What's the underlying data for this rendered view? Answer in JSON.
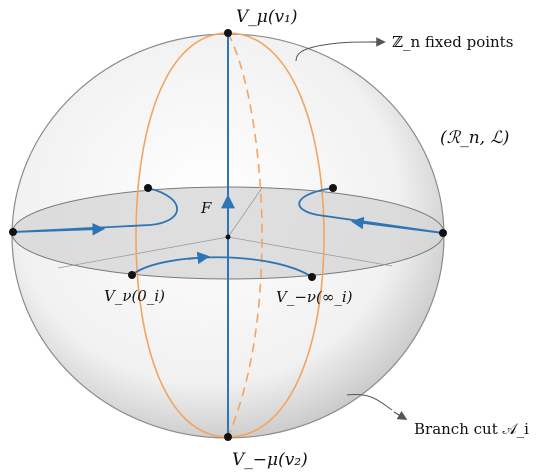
{
  "labels": {
    "top_vertex": "V_μ(v₁)",
    "bottom_vertex": "V_−μ(v₂)",
    "left_vertex": "V_ν(0_i)",
    "right_vertex": "V_−ν(∞_i)",
    "fixed_points": "ℤ_n fixed points",
    "surface": "(ℛ_n, ℒ)",
    "flow": "F",
    "branch_cut": "Branch cut 𝒜_i"
  },
  "colors": {
    "sphere_edge": "#8c8c8c",
    "equator_fill": "#d9d9d9",
    "axis_blue": "#2e75b6",
    "curve_orange": "#f4a460",
    "point": "#111111",
    "annotation": "#555555"
  },
  "icons": {
    "arrow": "arrow-right-icon"
  }
}
